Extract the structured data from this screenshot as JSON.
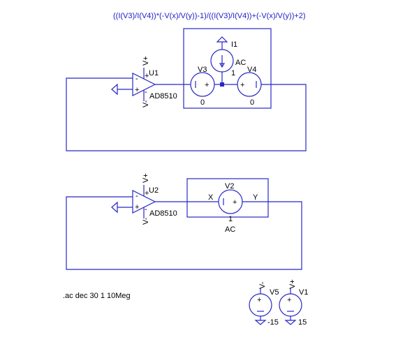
{
  "expression": "((I(V3)/I(V4))*(-V(x)/V(y))-1)/((I(V3)/I(V4))+(-V(x)/V(y))+2)",
  "directive": ".ac dec 30 1 10Meg",
  "opamps": [
    {
      "ref": "U1",
      "model": "AD8510",
      "vplus": "V+",
      "vminus": "V-"
    },
    {
      "ref": "U2",
      "model": "AD8510",
      "vplus": "V+",
      "vminus": "V-"
    }
  ],
  "sources": {
    "V3": {
      "name": "V3",
      "value": "0"
    },
    "V4": {
      "name": "V4",
      "value": "0"
    },
    "I1": {
      "name": "I1",
      "type": "AC",
      "value": "1"
    },
    "V2": {
      "name": "V2",
      "value": "1",
      "type": "AC"
    },
    "V5": {
      "name": "V5",
      "value": "-15",
      "net": "V-"
    },
    "V1": {
      "name": "V1",
      "value": "15",
      "net": "V+"
    }
  },
  "nets": {
    "x": "X",
    "y": "Y"
  },
  "colors": {
    "wire": "#2828c8",
    "expression": "#1a1acc"
  }
}
